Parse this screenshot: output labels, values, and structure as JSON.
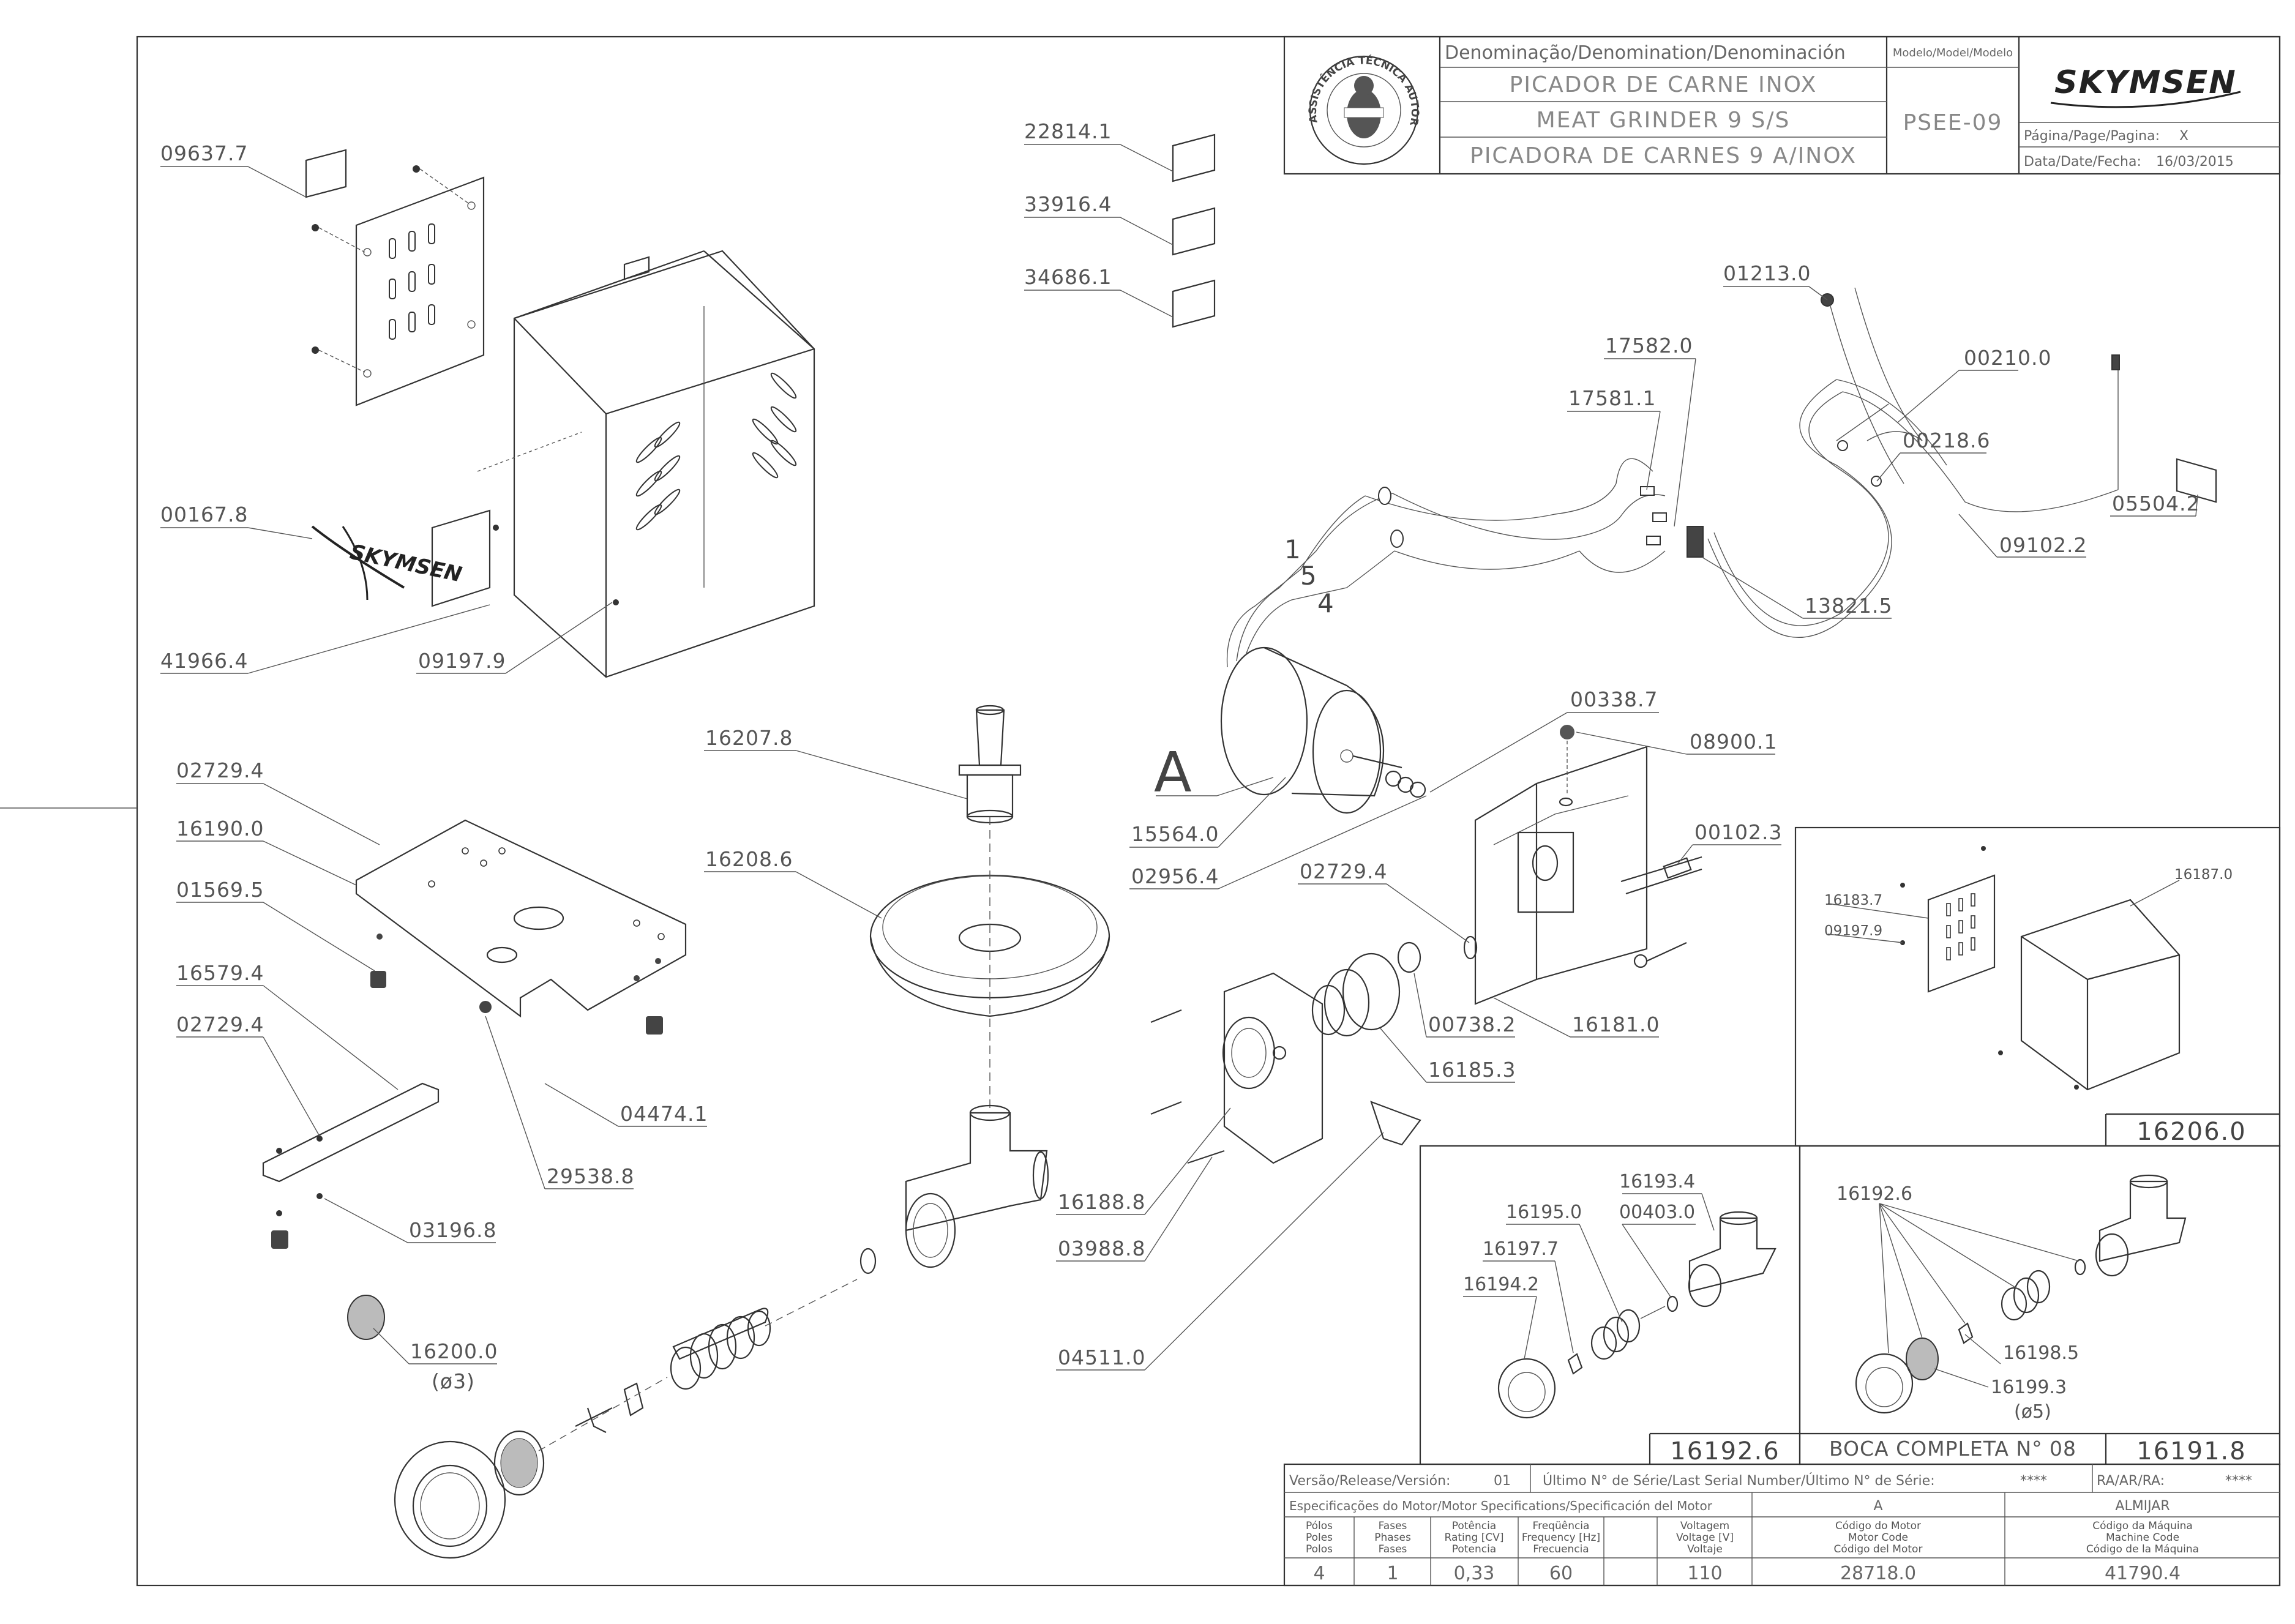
{
  "title_block": {
    "denomination_header": "Denominação/Denomination/Denominación",
    "name_pt": "PICADOR DE CARNE INOX",
    "name_en": "MEAT GRINDER 9 S/S",
    "name_es": "PICADORA DE CARNES 9 A/INOX",
    "model_header": "Modelo/Model/Modelo",
    "model": "PSEE-09",
    "page_label": "Página/Page/Pagina:",
    "page_value": "X",
    "date_label": "Data/Date/Fecha:",
    "date_value": "16/03/2015",
    "seal_text": "ASSISTÊNCIA TÉCNICA AUTORIZADA",
    "brand": "SKYMSEN"
  },
  "part_labels": [
    {
      "id": "p1",
      "text": "09637.7"
    },
    {
      "id": "p2",
      "text": "22814.1"
    },
    {
      "id": "p3",
      "text": "33916.4"
    },
    {
      "id": "p4",
      "text": "34686.1"
    },
    {
      "id": "p5",
      "text": "01213.0"
    },
    {
      "id": "p6",
      "text": "17582.0"
    },
    {
      "id": "p7",
      "text": "00210.0"
    },
    {
      "id": "p8",
      "text": "17581.1"
    },
    {
      "id": "p9",
      "text": "00218.6"
    },
    {
      "id": "p10",
      "text": "05504.2"
    },
    {
      "id": "p11",
      "text": "00167.8"
    },
    {
      "id": "p12",
      "text": "09102.2"
    },
    {
      "id": "p13",
      "text": "13821.5"
    },
    {
      "id": "p14",
      "text": "41966.4"
    },
    {
      "id": "p15",
      "text": "09197.9"
    },
    {
      "id": "p16",
      "text": "00338.7"
    },
    {
      "id": "p17",
      "text": "16207.8"
    },
    {
      "id": "p18",
      "text": "08900.1"
    },
    {
      "id": "p19",
      "text": "02729.4"
    },
    {
      "id": "p20",
      "text": "15564.0"
    },
    {
      "id": "p21",
      "text": "16190.0"
    },
    {
      "id": "p22",
      "text": "02956.4"
    },
    {
      "id": "p23",
      "text": "00102.3"
    },
    {
      "id": "p24",
      "text": "16208.6"
    },
    {
      "id": "p25",
      "text": "02729.4"
    },
    {
      "id": "p26",
      "text": "01569.5"
    },
    {
      "id": "p27",
      "text": "16579.4"
    },
    {
      "id": "p28",
      "text": "00738.2"
    },
    {
      "id": "p29",
      "text": "16181.0"
    },
    {
      "id": "p30",
      "text": "02729.4"
    },
    {
      "id": "p31",
      "text": "16185.3"
    },
    {
      "id": "p32",
      "text": "04474.1"
    },
    {
      "id": "p33",
      "text": "29538.8"
    },
    {
      "id": "p34",
      "text": "03196.8"
    },
    {
      "id": "p35",
      "text": "16188.8"
    },
    {
      "id": "p36",
      "text": "03988.8"
    },
    {
      "id": "p37",
      "text": "16200.0"
    },
    {
      "id": "p38",
      "text": "(ø3)"
    },
    {
      "id": "p39",
      "text": "04511.0"
    },
    {
      "id": "p40",
      "text": "A"
    },
    {
      "id": "p41",
      "text": "1"
    },
    {
      "id": "p42",
      "text": "5"
    },
    {
      "id": "p43",
      "text": "4"
    }
  ],
  "inset_a": {
    "label_a": "16183.7",
    "label_b": "09197.9",
    "label_c": "16187.0",
    "code": "16206.0"
  },
  "inset_b": {
    "labels": [
      "16193.4",
      "16195.0",
      "00403.0",
      "16197.7",
      "16194.2"
    ],
    "code": "16192.6"
  },
  "inset_c": {
    "labels": [
      "16192.6",
      "16198.5",
      "16199.3",
      "(ø5)"
    ],
    "code": "16191.8",
    "title": "BOCA COMPLETA N° 08"
  },
  "footer": {
    "version_label": "Versão/Release/Versión:",
    "version_value": "01",
    "serial_label": "Último N° de Série/Last Serial Number/Último N° de Série:",
    "serial_value": "****",
    "ra_label": "RA/AR/RA:",
    "ra_value": "****",
    "motor_spec_label": "Especificações do Motor/Motor Specifications/Specificación del Motor",
    "col_a": "A",
    "col_almijar": "ALMIJAR",
    "headers": [
      [
        "Pólos",
        "Poles",
        "Polos"
      ],
      [
        "Fases",
        "Phases",
        "Fases"
      ],
      [
        "Potência",
        "Rating [CV]",
        "Potencia"
      ],
      [
        "Freqüência",
        "Frequency [Hz]",
        "Frecuencia"
      ],
      [
        "Voltagem",
        "Voltage [V]",
        "Voltaje"
      ],
      [
        "Código do Motor",
        "Motor Code",
        "Código del Motor"
      ],
      [
        "Código da Máquina",
        "Machine Code",
        "Código de la Máquina"
      ]
    ],
    "values": [
      "4",
      "1",
      "0,33",
      "60",
      "110",
      "28718.0",
      "41790.4"
    ]
  }
}
